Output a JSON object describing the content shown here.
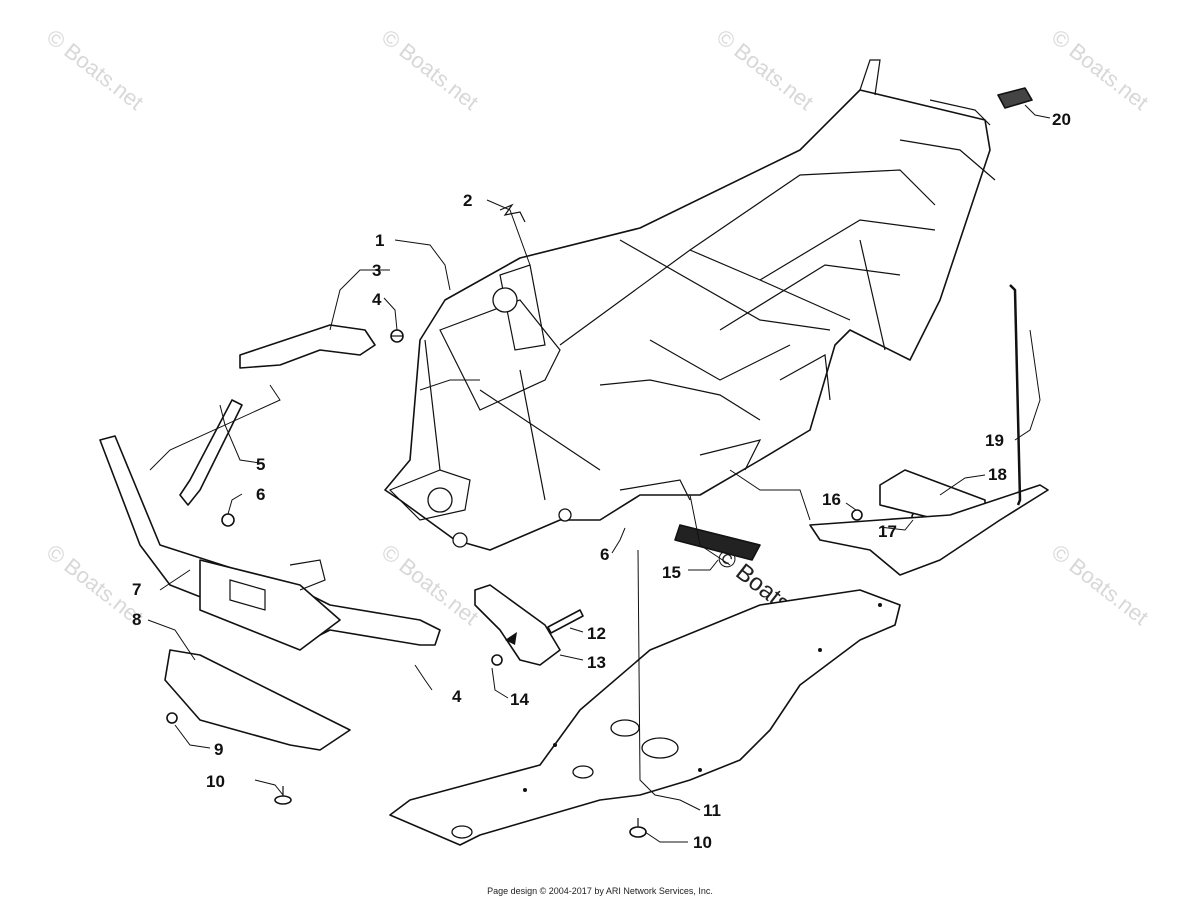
{
  "callouts": {
    "c1": "1",
    "c2": "2",
    "c3": "3",
    "c4a": "4",
    "c4b": "4",
    "c5": "5",
    "c6a": "6",
    "c6b": "6",
    "c7": "7",
    "c8": "8",
    "c9": "9",
    "c10a": "10",
    "c10b": "10",
    "c11": "11",
    "c12": "12",
    "c13": "13",
    "c14": "14",
    "c15": "15",
    "c16": "16",
    "c17": "17",
    "c18": "18",
    "c19": "19",
    "c20": "20"
  },
  "watermark": {
    "text": "© Boats.net",
    "large_text": "© Boats.net"
  },
  "footer": {
    "text": "Page design © 2004-2017 by ARI Network Services, Inc."
  }
}
